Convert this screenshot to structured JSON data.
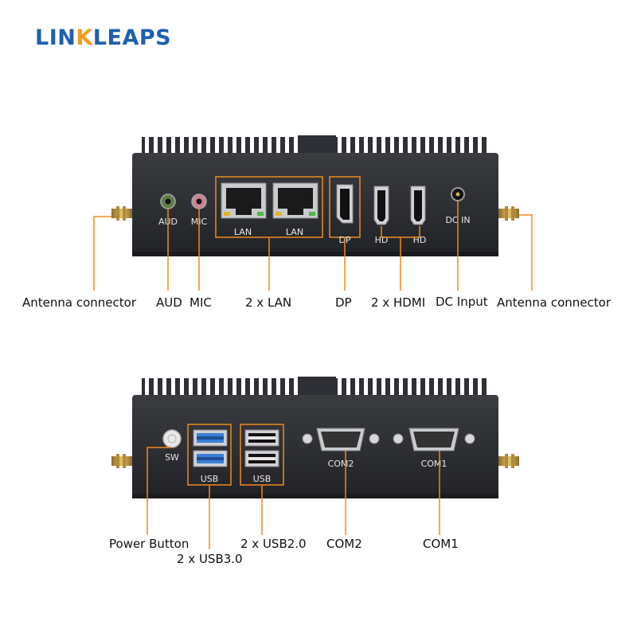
{
  "brand": {
    "name_prefix": "LIN",
    "name_accent": "K",
    "name_suffix": "LEAPS"
  },
  "colors": {
    "brand_blue": "#1f5fae",
    "accent_orange": "#f08a1c",
    "chassis": "#2b2d31",
    "port_blue": "#3a7fd6"
  },
  "front_panel": {
    "port_labels": {
      "aud": "AUD",
      "mic": "MIC",
      "lan1": "LAN",
      "lan2": "LAN",
      "dp": "DP",
      "hd1": "HD",
      "hd2": "HD",
      "dc_in": "DC IN"
    },
    "callouts": {
      "antenna_left": "Antenna connector",
      "aud": "AUD",
      "mic": "MIC",
      "lan": "2 x LAN",
      "dp": "DP",
      "hdmi": "2 x HDMI",
      "dc_input": "DC Input",
      "antenna_right": "Antenna connector"
    }
  },
  "rear_panel": {
    "port_labels": {
      "sw": "SW",
      "usb3": "USB",
      "usb2": "USB",
      "com2": "COM2",
      "com1": "COM1"
    },
    "callouts": {
      "power_button": "Power Button",
      "usb3": "2 x USB3.0",
      "usb2": "2 x USB2.0",
      "com2": "COM2",
      "com1": "COM1"
    }
  }
}
